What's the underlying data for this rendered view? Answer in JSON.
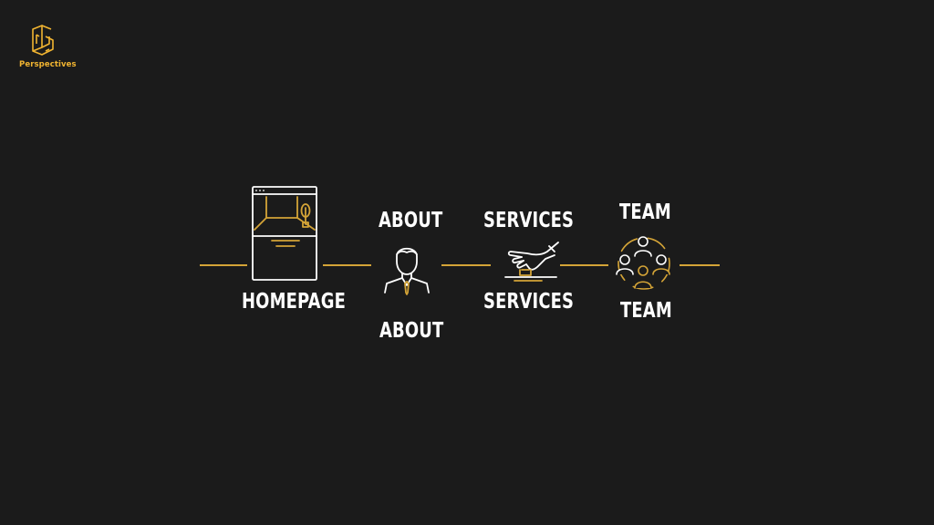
{
  "brand": {
    "name": "Perspectives",
    "accent_color": "#f2b531"
  },
  "diagram": {
    "connector_color": "#d4a437",
    "background_color": "#1b1b1b",
    "nodes": [
      {
        "id": "homepage",
        "icon": "browser-window-icon",
        "labels": [
          "HOMEPAGE"
        ]
      },
      {
        "id": "about",
        "icon": "person-avatar-icon",
        "labels": [
          "ABOUT",
          "ABOUT"
        ]
      },
      {
        "id": "services",
        "icon": "hand-pressing-button-icon",
        "labels": [
          "SERVICES",
          "SERVICES"
        ]
      },
      {
        "id": "team",
        "icon": "team-circle-icon",
        "labels": [
          "TEAM",
          "TEAM"
        ]
      }
    ]
  }
}
